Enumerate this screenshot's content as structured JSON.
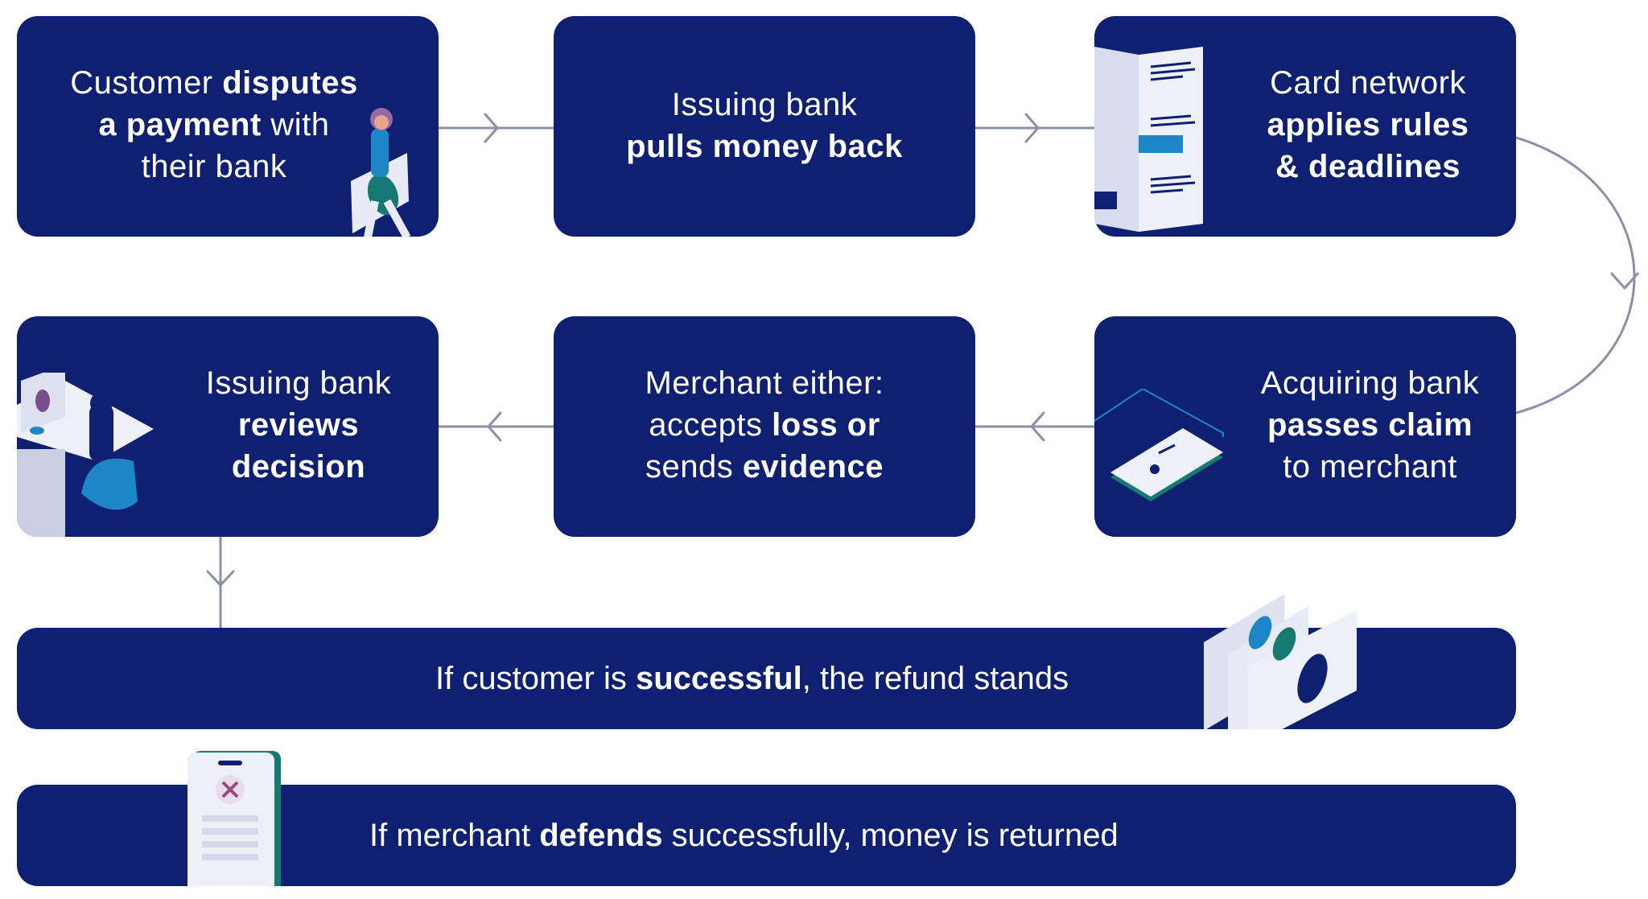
{
  "colors": {
    "box_fill": "#0f1f72",
    "text": "#ffffff",
    "connector": "#8a90a8",
    "accent_blue": "#1c86c8",
    "accent_teal": "#147a72"
  },
  "steps": [
    {
      "id": 1,
      "parts": [
        {
          "t": "Customer ",
          "b": false
        },
        {
          "t": "disputes",
          "b": true
        },
        {
          "t": "\n",
          "b": false
        },
        {
          "t": "a payment",
          "b": true
        },
        {
          "t": " with",
          "b": false
        },
        {
          "t": "\n",
          "b": false
        },
        {
          "t": "their bank",
          "b": false
        }
      ],
      "illustration": "person-carrying-card-icon"
    },
    {
      "id": 2,
      "parts": [
        {
          "t": "Issuing bank",
          "b": false
        },
        {
          "t": "\n",
          "b": false
        },
        {
          "t": "pulls money back",
          "b": true
        }
      ],
      "illustration": ""
    },
    {
      "id": 3,
      "parts": [
        {
          "t": "Card network",
          "b": false
        },
        {
          "t": "\n",
          "b": false
        },
        {
          "t": "applies rules",
          "b": true
        },
        {
          "t": "\n",
          "b": false
        },
        {
          "t": "& deadlines",
          "b": true
        }
      ],
      "illustration": "rulebook-document-icon"
    },
    {
      "id": 4,
      "parts": [
        {
          "t": "Issuing bank",
          "b": false
        },
        {
          "t": "\n",
          "b": false
        },
        {
          "t": "reviews",
          "b": true
        },
        {
          "t": "\n",
          "b": false
        },
        {
          "t": "decision",
          "b": true
        }
      ],
      "illustration": "person-at-desk-icon"
    },
    {
      "id": 5,
      "parts": [
        {
          "t": "Merchant either:",
          "b": false
        },
        {
          "t": "\n",
          "b": false
        },
        {
          "t": "accepts ",
          "b": false
        },
        {
          "t": "loss or",
          "b": true
        },
        {
          "t": "\n",
          "b": false
        },
        {
          "t": "sends ",
          "b": false
        },
        {
          "t": "evidence",
          "b": true
        }
      ],
      "illustration": ""
    },
    {
      "id": 6,
      "parts": [
        {
          "t": "Acquiring bank",
          "b": false
        },
        {
          "t": "\n",
          "b": false
        },
        {
          "t": "passes claim",
          "b": true
        },
        {
          "t": "\n",
          "b": false
        },
        {
          "t": "to merchant",
          "b": false
        }
      ],
      "illustration": "smartphone-icon"
    }
  ],
  "outcomes": [
    {
      "id": "customer-wins",
      "parts": [
        {
          "t": "If customer is ",
          "b": false
        },
        {
          "t": "successful",
          "b": true
        },
        {
          "t": ", the refund stands",
          "b": false
        }
      ],
      "illustration": "banknotes-icon"
    },
    {
      "id": "merchant-wins",
      "parts": [
        {
          "t": "If merchant ",
          "b": false
        },
        {
          "t": "defends",
          "b": true
        },
        {
          "t": " successfully, money is returned",
          "b": false
        }
      ],
      "illustration": "phone-rejected-icon"
    }
  ],
  "flow": [
    "1->2",
    "2->3",
    "3->6",
    "6->5",
    "5->4",
    "4->outcomes"
  ]
}
